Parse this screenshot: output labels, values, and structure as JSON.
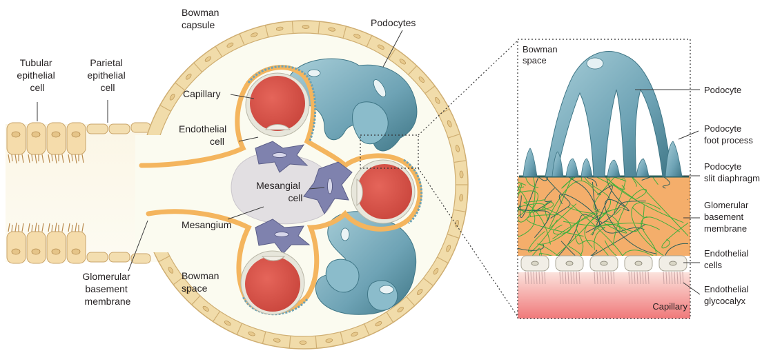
{
  "labels": {
    "tubular": [
      "Tubular",
      "epithelial",
      "cell"
    ],
    "parietal": [
      "Parietal",
      "epithelial",
      "cell"
    ],
    "bowman_capsule": [
      "Bowman",
      "capsule"
    ],
    "podocytes": "Podocytes",
    "capillary": "Capillary",
    "endothelial_cell": [
      "Endothelial",
      "cell"
    ],
    "mesangial_cell": [
      "Mesangial",
      "cell"
    ],
    "mesangium": "Mesangium",
    "gbm_left": [
      "Glomerular",
      "basement",
      "membrane"
    ],
    "bowman_space_left": [
      "Bowman",
      "space"
    ]
  },
  "inset": {
    "bowman_space": [
      "Bowman",
      "space"
    ],
    "podocyte": "Podocyte",
    "foot_process": [
      "Podocyte",
      "foot process"
    ],
    "slit_diaphragm": [
      "Podocyte",
      "slit diaphragm"
    ],
    "gbm": [
      "Glomerular",
      "basement",
      "membrane"
    ],
    "endothelial_cells": [
      "Endothelial",
      "cells"
    ],
    "glycocalyx": [
      "Endothelial",
      "glycocalyx"
    ],
    "capillary": "Capillary"
  },
  "colors": {
    "capsule_cell": "#f3deb0",
    "capsule_outline": "#cfae72",
    "bowman_space": "#fbfbf0",
    "gbm": "#f4b55e",
    "podocyte": "#6ea3b5",
    "podocyte_dark": "#3f7686",
    "capillary": "#d9534a",
    "mesangial_cell": "#7f82ae",
    "mesangium": "#e2dfe2",
    "endothelium": "#e6e5dc",
    "inset_bg": "#f4ae6b",
    "fiber_green": "#3fae3c",
    "fiber_dark": "#2c5f59"
  }
}
